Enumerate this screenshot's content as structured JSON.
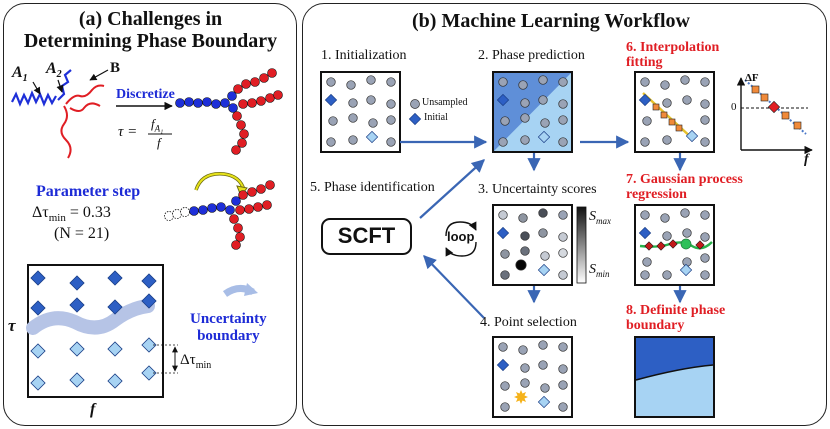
{
  "panel_a": {
    "title_line1": "(a) Challenges in",
    "title_line2": "Determining Phase Boundary",
    "label_A1": "A",
    "label_A1_sub": "1",
    "label_A2": "A",
    "label_A2_sub": "2",
    "label_B": "B",
    "discretize": "Discretize",
    "tau_lhs": "τ =",
    "tau_num": "f",
    "tau_num_sub": "A₁",
    "tau_den": "f",
    "param_step": "Parameter step",
    "delta_tau": "Δτ",
    "delta_tau_sub": "min",
    "delta_tau_value": " = 0.33",
    "n_value": "(N = 21)",
    "uncertainty_line1": "Uncertainty",
    "uncertainty_line2": "boundary",
    "axis_tau": "τ",
    "axis_f": "f",
    "dtau_label": "Δτ",
    "dtau_label_sub": "min"
  },
  "panel_b": {
    "title": "(b) Machine Learning Workflow",
    "step1": "1. Initialization",
    "step2": "2. Phase prediction",
    "step3": "3. Uncertainty scores",
    "step4": "4. Point selection",
    "step5": "5. Phase identification",
    "step6_line1": "6. Interpolation",
    "step6_line2": "fitting",
    "step7_line1": "7. Gaussian process",
    "step7_line2": "regression",
    "step8_line1": "8. Definite phase",
    "step8_line2": "boundary",
    "legend_unsampled": "Unsampled",
    "legend_initial": "Initial",
    "scft": "SCFT",
    "loop": "loop",
    "smax": "S",
    "smax_sub": "max",
    "smin": "S",
    "smin_sub": "min",
    "delta_f": "ΔF",
    "zero": "0",
    "f_axis": "f"
  },
  "colors": {
    "dark_blue": "#2d5fc4",
    "light_blue": "#a7d3f3",
    "red_chain": "#e01e24",
    "blue_chain": "#1e2fd8",
    "gray_point": "#9aa3b5",
    "accent_red": "#e01e24",
    "accent_blue": "#1d2bd6"
  }
}
